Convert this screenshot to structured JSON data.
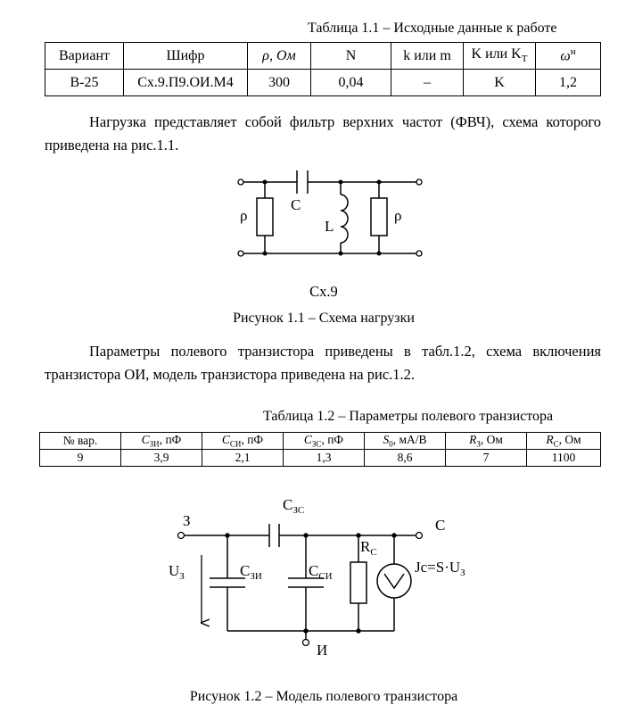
{
  "table1": {
    "caption": "Таблица 1.1 – Исходные данные к работе",
    "headers": [
      "Вариант",
      "Шифр",
      "ρ, Ом",
      "N",
      "k или m",
      "K или K",
      "ω"
    ],
    "header_suffix": {
      "kt_sub": "T",
      "omega_sup": "н"
    },
    "row": [
      "В-25",
      "Сх.9.П9.ОИ.М4",
      "300",
      "0,04",
      "–",
      "K",
      "1,2"
    ]
  },
  "para1": "Нагрузка представляет собой фильтр верхних частот (ФВЧ), схема которого приведена на рис.1.1.",
  "figure1": {
    "labels": {
      "rho_left": "ρ",
      "cap": "C",
      "ind": "L",
      "rho_right": "ρ"
    },
    "scheme": "Сх.9",
    "caption": "Рисунок 1.1 – Схема нагрузки"
  },
  "para2": "Параметры полевого транзистора приведены в табл.1.2, схема включения транзистора ОИ, модель транзистора приведена на рис.1.2.",
  "table2": {
    "caption": "Таблица 1.2 – Параметры полевого транзистора",
    "headers": [
      {
        "main": "№ вар.",
        "sub": "",
        "unit": ""
      },
      {
        "main": "C",
        "sub": "ЗИ",
        "unit": ", пФ"
      },
      {
        "main": "C",
        "sub": "СИ",
        "unit": ", пФ"
      },
      {
        "main": "C",
        "sub": "ЗС",
        "unit": ", пФ"
      },
      {
        "main": "S",
        "sub": "0",
        "unit": ", мА/В"
      },
      {
        "main": "R",
        "sub": "З",
        "unit": ", Ом"
      },
      {
        "main": "R",
        "sub": "C",
        "unit": ", Ом"
      }
    ],
    "row": [
      "9",
      "3,9",
      "2,1",
      "1,3",
      "8,6",
      "7",
      "1100"
    ]
  },
  "figure2": {
    "labels": {
      "gate": "З",
      "drain": "С",
      "source": "И",
      "cgs_main": "С",
      "cgs_sub": "ЗИ",
      "cds_main": "С",
      "cds_sub": "СИ",
      "cgd_main": "С",
      "cgd_sub": "ЗС",
      "rc_main": "R",
      "rc_sub": "C",
      "ug_main": "U",
      "ug_sub": "З",
      "src_main": "Jc=S·U",
      "src_sub": "З"
    },
    "caption": "Рисунок 1.2 – Модель полевого транзистора"
  }
}
